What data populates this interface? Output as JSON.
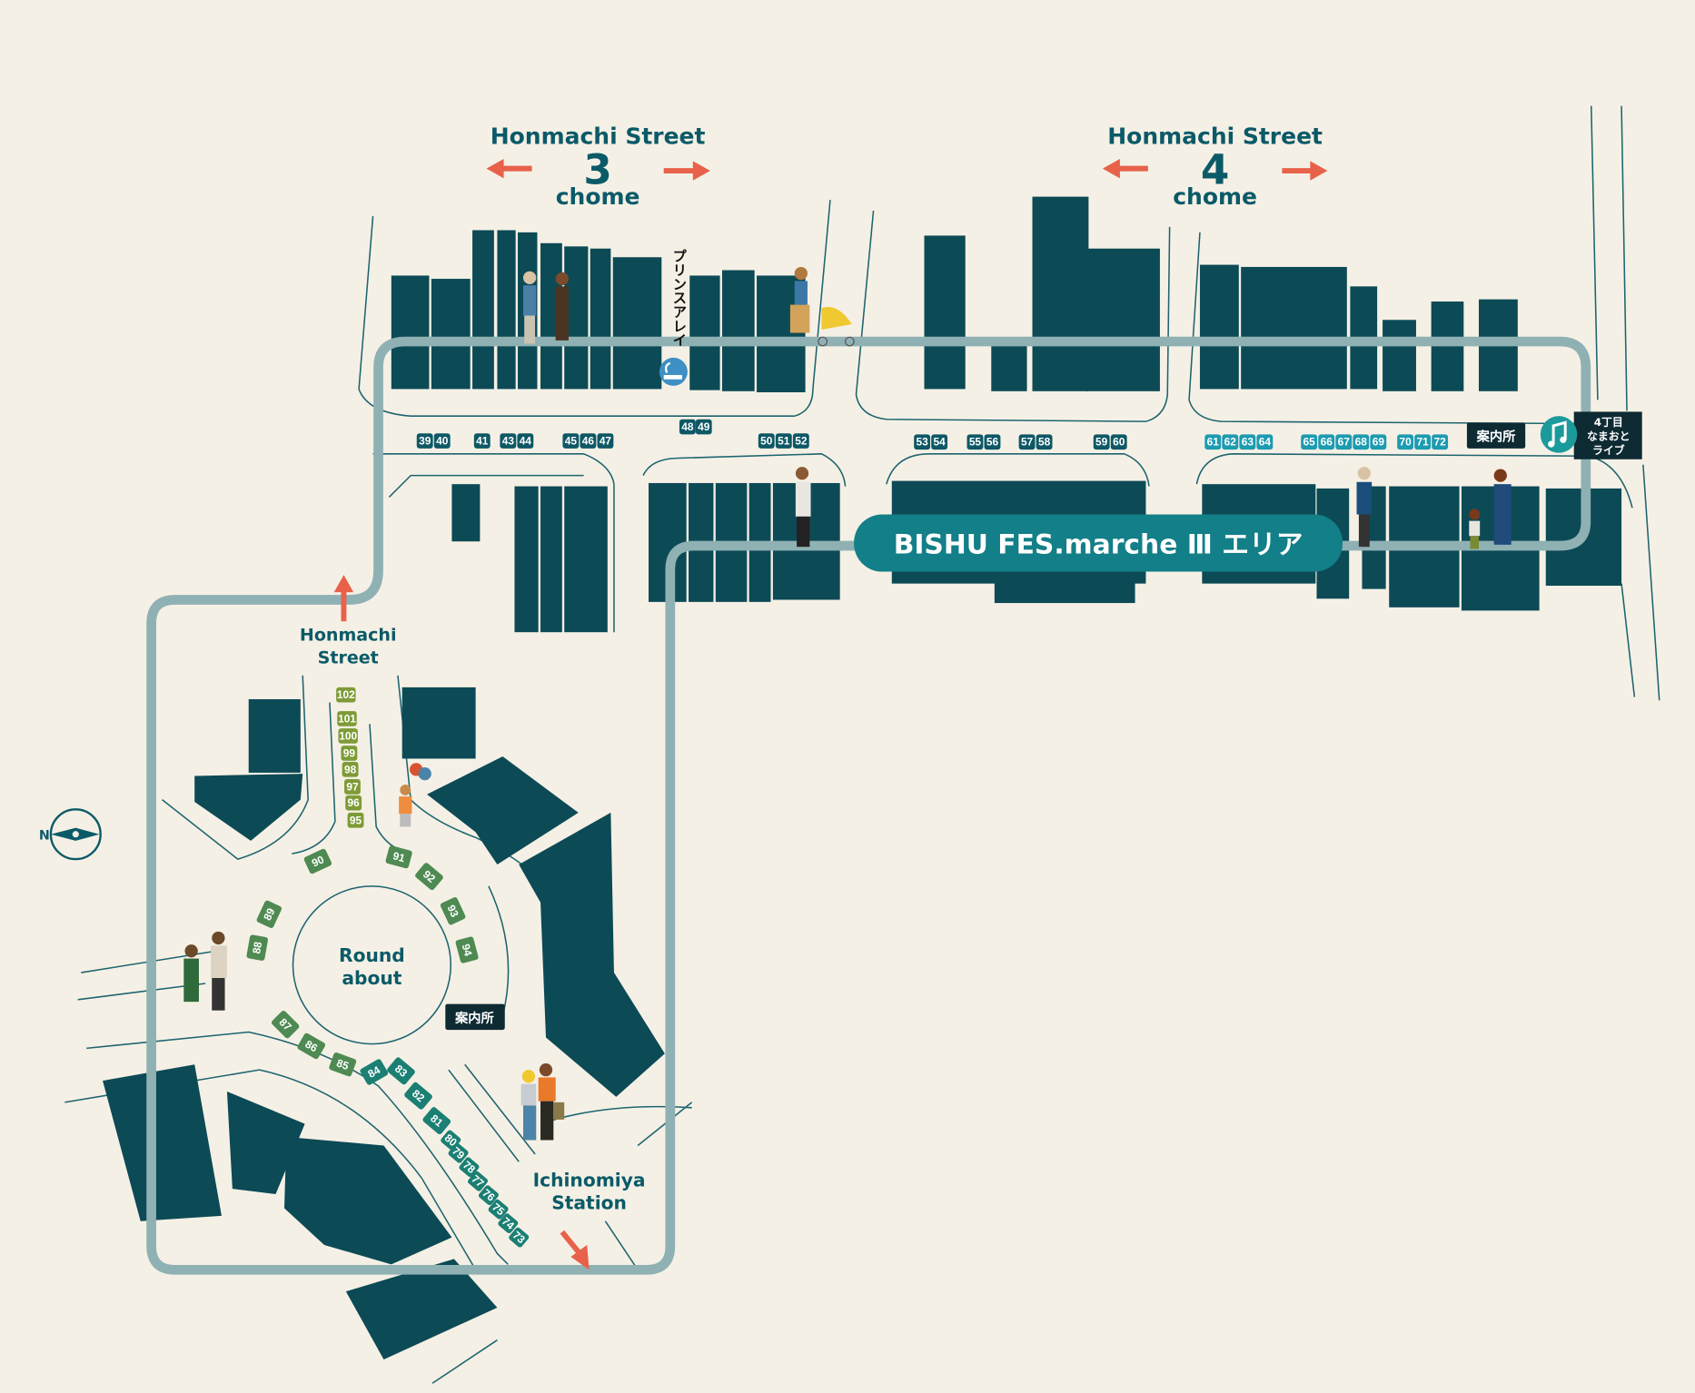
{
  "colors": {
    "background": "#f5f0e5",
    "building": "#0c4a56",
    "route": "#8fb1b4",
    "banner": "#137f88",
    "arrow": "#e8614a",
    "stall_3chome": "#0e5866",
    "stall_4chome": "#1c9bb1",
    "stall_roundabout_north": "#7d9b36",
    "stall_roundabout": "#4e8a52",
    "stall_station": "#1b7f73"
  },
  "labels": {
    "street3": {
      "line1": "Honmachi Street",
      "number": "3",
      "line2": "chome"
    },
    "street4": {
      "line1": "Honmachi Street",
      "number": "4",
      "line2": "chome"
    },
    "honmachi_left": {
      "line1": "Honmachi",
      "line2": "Street"
    },
    "roundabout": {
      "line1": "Round",
      "line2": "about"
    },
    "station": {
      "line1": "Ichinomiya",
      "line2": "Station"
    },
    "prince_alley": "プリンスアレイ",
    "banner": "BISHU FES.marche Ⅲ エリア",
    "info_top": "案内所",
    "info_roundabout": "案内所",
    "live": {
      "line1": "4丁目",
      "line2": "なまおと",
      "line3": "ライブ"
    },
    "compass": "N"
  },
  "icons": [
    "smoking-area-icon",
    "music-note-icon",
    "compass-icon",
    "direction-arrow-icon"
  ],
  "stalls": {
    "street_3chome": [
      "39",
      "40",
      "41",
      "43",
      "44",
      "45",
      "46",
      "47",
      "48",
      "49",
      "50",
      "51",
      "52"
    ],
    "street_3_4": [
      "53",
      "54",
      "55",
      "56",
      "57",
      "58",
      "59",
      "60"
    ],
    "street_4chome": [
      "61",
      "62",
      "63",
      "64",
      "65",
      "66",
      "67",
      "68",
      "69",
      "70",
      "71",
      "72"
    ],
    "station_side": [
      "73",
      "74",
      "75",
      "76",
      "77",
      "78",
      "79",
      "80",
      "81",
      "82",
      "83",
      "84"
    ],
    "roundabout": [
      "85",
      "86",
      "87",
      "88",
      "89",
      "90",
      "91",
      "92",
      "93",
      "94"
    ],
    "honmachi_north": [
      "95",
      "96",
      "97",
      "98",
      "99",
      "100",
      "101",
      "102"
    ]
  }
}
